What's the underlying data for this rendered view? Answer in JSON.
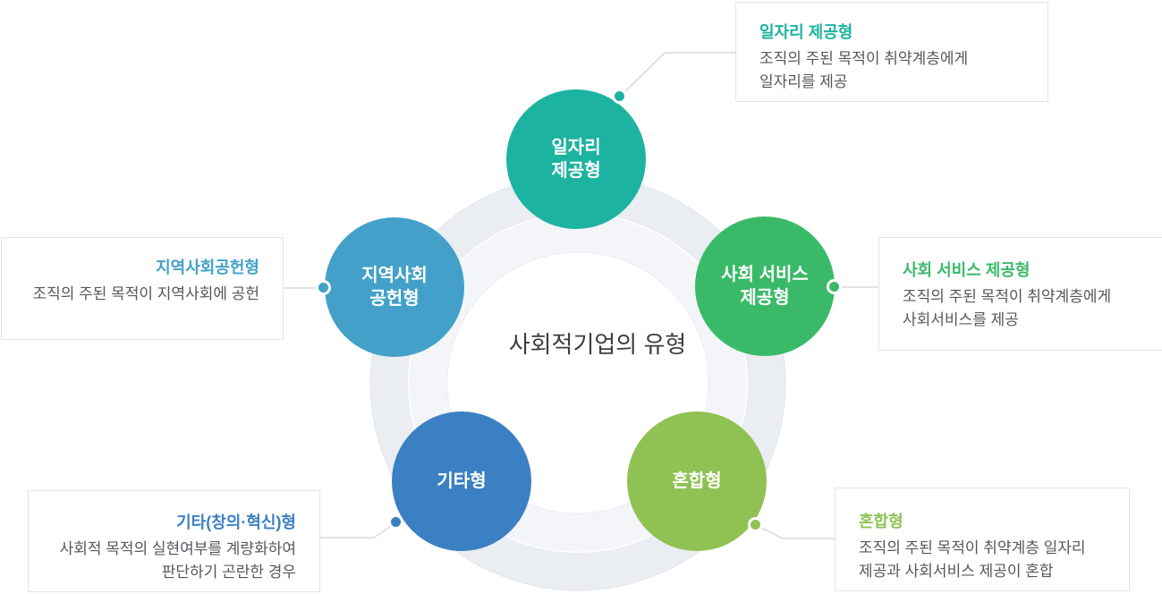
{
  "diagram": {
    "center_title": "사회적기업의 유형",
    "nodes": [
      {
        "id": "job-provision",
        "label": "일자리\n제공형",
        "color": "#1db3a1"
      },
      {
        "id": "social-service",
        "label": "사회 서비스\n제공형",
        "color": "#3aba68"
      },
      {
        "id": "community",
        "label": "지역사회\n공헌형",
        "color": "#43a1c9"
      },
      {
        "id": "other",
        "label": "기타형",
        "color": "#3b80c2"
      },
      {
        "id": "mixed",
        "label": "혼합형",
        "color": "#90c253"
      }
    ],
    "callouts": [
      {
        "title": "일자리 제공형",
        "body": "조직의 주된 목적이 취약계층에게\n일자리를 제공",
        "color": "#1db3a1"
      },
      {
        "title": "사회 서비스 제공형",
        "body": "조직의 주된 목적이 취약계층에게\n사회서비스를 제공",
        "color": "#3aba68"
      },
      {
        "title": "지역사회공헌형",
        "body": "조직의 주된 목적이 지역사회에 공헌",
        "color": "#43a1c9"
      },
      {
        "title": "기타(창의·혁신)형",
        "body": "사회적 목적의 실현여부를 계량화하여\n판단하기 곤란한 경우",
        "color": "#3b80c2"
      },
      {
        "title": "혼합형",
        "body": "조직의 주된 목적이 취약계층 일자리\n제공과 사회서비스 제공이 혼합",
        "color": "#90c253"
      }
    ],
    "colors": {
      "ring_outer_band": "#eaedf1",
      "ring_outer_edge": "#dfe3e9",
      "ring_inner_band": "#f3f5f8",
      "ring_inner_edge": "#e9edf2",
      "ring_divider": "#ffffff",
      "connector_line": "#c9cacd",
      "box_border": "#e3e4e8",
      "body_text": "#54585c",
      "center_title_text": "#3b3e42",
      "background": "#ffffff"
    }
  }
}
